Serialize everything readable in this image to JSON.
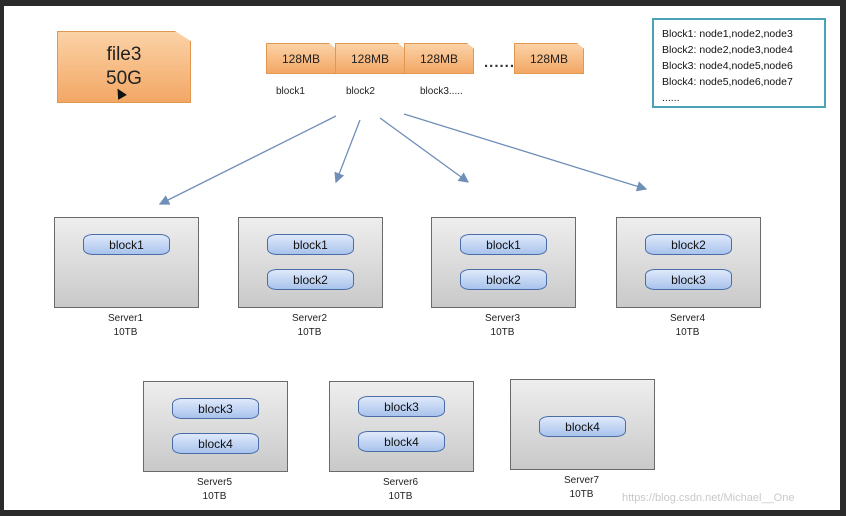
{
  "file": {
    "name": "file3",
    "size": "50G"
  },
  "chunks": [
    {
      "size": "128MB",
      "label": "block1"
    },
    {
      "size": "128MB",
      "label": "block2"
    },
    {
      "size": "128MB",
      "label": "block3....."
    },
    {
      "size": "128MB"
    }
  ],
  "ellipsis": "......",
  "mapping": {
    "lines": [
      "Block1: node1,node2,node3",
      "Block2: node2,node3,node4",
      "Block3: node4,node5,node6",
      "Block4: node5,node6,node7",
      "......"
    ]
  },
  "servers": [
    {
      "name": "Server1",
      "capacity": "10TB",
      "blocks": [
        "block1"
      ]
    },
    {
      "name": "Server2",
      "capacity": "10TB",
      "blocks": [
        "block1",
        "block2"
      ]
    },
    {
      "name": "Server3",
      "capacity": "10TB",
      "blocks": [
        "block1",
        "block2"
      ]
    },
    {
      "name": "Server4",
      "capacity": "10TB",
      "blocks": [
        "block2",
        "block3"
      ]
    },
    {
      "name": "Server5",
      "capacity": "10TB",
      "blocks": [
        "block3",
        "block4"
      ]
    },
    {
      "name": "Server6",
      "capacity": "10TB",
      "blocks": [
        "block3",
        "block4"
      ]
    },
    {
      "name": "Server7",
      "capacity": "10TB",
      "blocks": [
        "block4"
      ]
    }
  ],
  "watermark": "https://blog.csdn.net/Michael__One",
  "colors": {
    "file_fill": "#f3a765",
    "disk_fill": "#a9c3ec",
    "arrow": "#6f8fb8",
    "map_border": "#4aa3b8"
  }
}
